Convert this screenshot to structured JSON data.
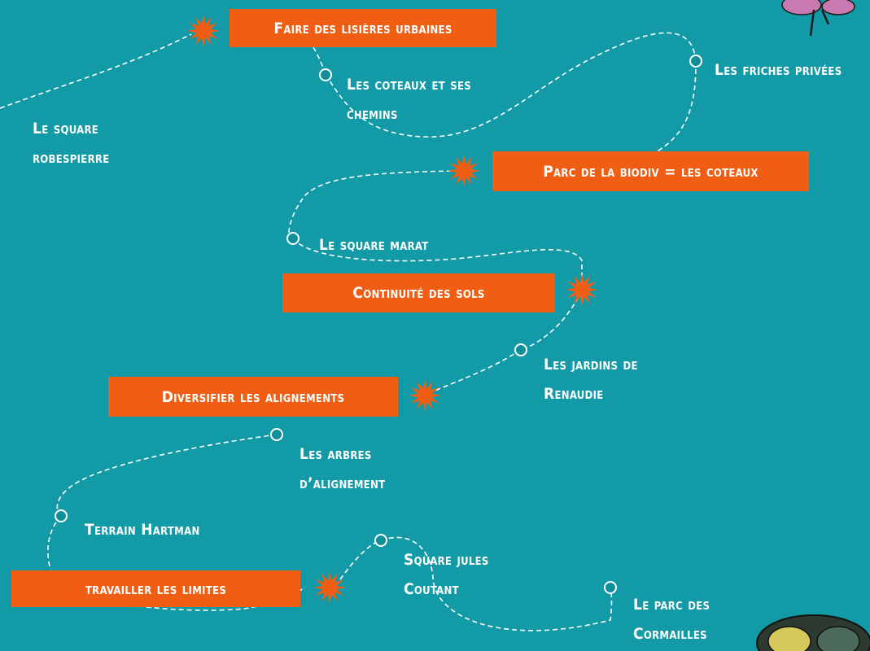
{
  "colors": {
    "background": "#129aa6",
    "banner": "#ef5e12",
    "text": "#ffffff",
    "path": "#ffffff"
  },
  "themes": [
    {
      "id": "lisieres",
      "label": "Faire des lisières urbaines"
    },
    {
      "id": "biodiv",
      "label": "Parc de la biodiv = les coteaux"
    },
    {
      "id": "sols",
      "label": "Continuité des sols"
    },
    {
      "id": "alignements",
      "label": "Diversifier les alignements"
    },
    {
      "id": "limites",
      "label": "travailler les limites"
    }
  ],
  "places": [
    {
      "id": "robespierre",
      "label_lines": [
        "Le square",
        "robespierre"
      ]
    },
    {
      "id": "coteaux",
      "label_lines": [
        "Les coteaux et ses",
        "chemins"
      ]
    },
    {
      "id": "friches",
      "label_lines": [
        "Les friches privées"
      ]
    },
    {
      "id": "marat",
      "label_lines": [
        "Le square marat"
      ]
    },
    {
      "id": "renaudie",
      "label_lines": [
        "Les jardins de",
        "Renaudie"
      ]
    },
    {
      "id": "arbres",
      "label_lines": [
        "Les arbres",
        "d’alignement"
      ]
    },
    {
      "id": "hartman",
      "label_lines": [
        "Terrain Hartman"
      ]
    },
    {
      "id": "coutant",
      "label_lines": [
        "Square jules",
        "Coutant"
      ]
    },
    {
      "id": "cormailles",
      "label_lines": [
        "Le parc des",
        "Cormailles"
      ]
    }
  ]
}
